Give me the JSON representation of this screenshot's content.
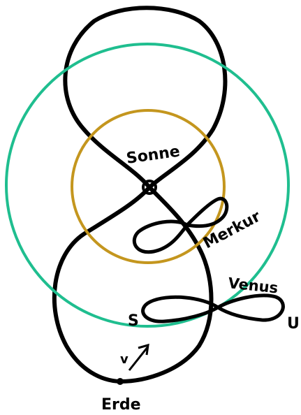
{
  "labels": {
    "sun": "Sonne",
    "mercury": "Merkur",
    "venus": "Venus",
    "earth": "Erde",
    "velocity": "v",
    "venus_s": "S",
    "venus_u": "U"
  },
  "colors": {
    "ink": "#000000",
    "mercury_orbit": "#c4961e",
    "venus_orbit": "#1fbe8f",
    "background": "#ffffff"
  }
}
